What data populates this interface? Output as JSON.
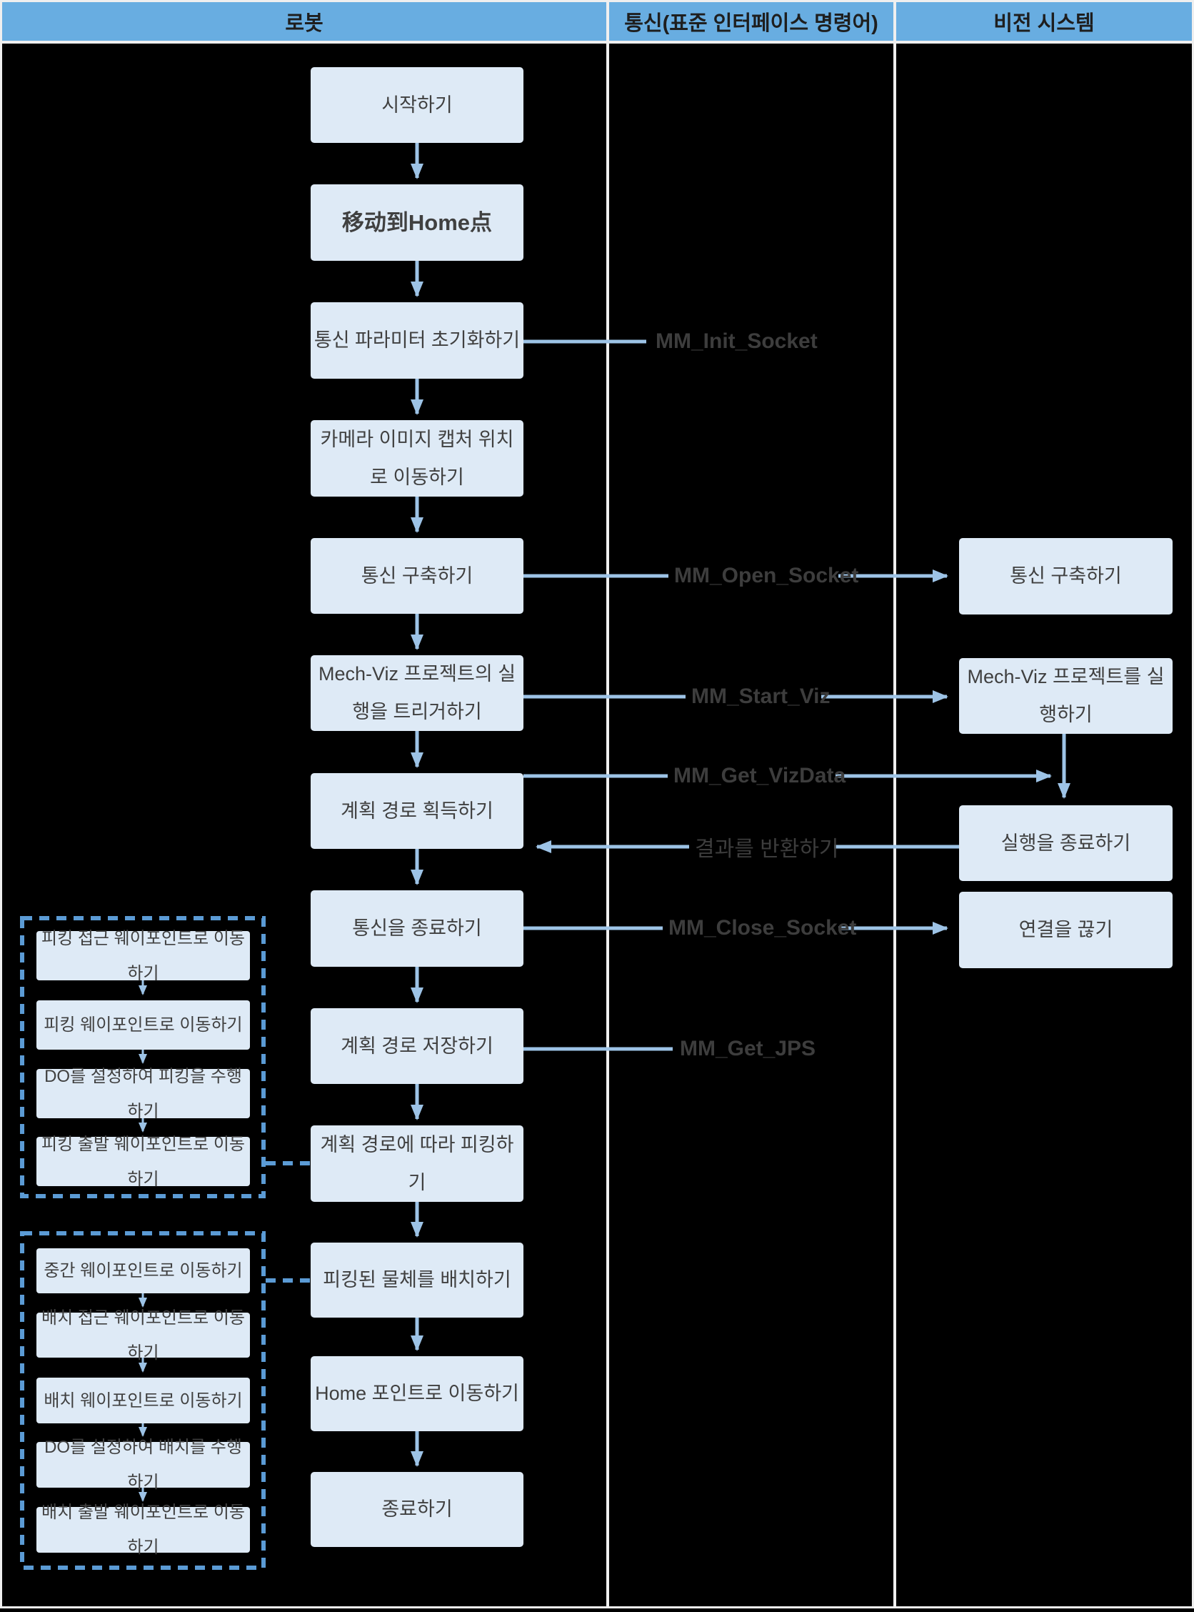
{
  "header": {
    "robot": "로봇",
    "comm": "통신(표준 인터페이스 명령어)",
    "vision": "비전 시스템"
  },
  "robot_flow": [
    {
      "label": "시작하기"
    },
    {
      "label": "移动到Home点"
    },
    {
      "label": "통신 파라미터 초기화하기"
    },
    {
      "label": "카메라 이미지 캡처 위치로 이동하기"
    },
    {
      "label": "통신 구축하기"
    },
    {
      "label": "Mech-Viz 프로젝트의 실행을 트리거하기"
    },
    {
      "label": "계획 경로 획득하기"
    },
    {
      "label": "통신을 종료하기"
    },
    {
      "label": "계획 경로 저장하기"
    },
    {
      "label": "계획 경로에 따라 피킹하기"
    },
    {
      "label": "피킹된 물체를 배치하기"
    },
    {
      "label": "Home 포인트로 이동하기"
    },
    {
      "label": "종료하기"
    }
  ],
  "commands": {
    "init": "MM_Init_Socket",
    "open": "MM_Open_Socket",
    "start_viz": "MM_Start_Viz",
    "get_vizdata": "MM_Get_VizData",
    "return_result": "결과를 반환하기",
    "close": "MM_Close_Socket",
    "get_jps": "MM_Get_JPS"
  },
  "vision_flow": [
    {
      "label": "통신 구축하기"
    },
    {
      "label": "Mech-Viz 프로젝트를 실행하기"
    },
    {
      "label": "실행을 종료하기"
    },
    {
      "label": "연결을 끊기"
    }
  ],
  "picking_group": {
    "steps": [
      {
        "label": "피킹 접근 웨이포인트로 이동하기"
      },
      {
        "label": "피킹 웨이포인트로 이동하기"
      },
      {
        "label": "DO를 설정하여 피킹을 수행하기"
      },
      {
        "label": "피킹 출발 웨이포인트로 이동하기"
      }
    ]
  },
  "placing_group": {
    "steps": [
      {
        "label": "중간 웨이포인트로 이동하기"
      },
      {
        "label": "배치 접근 웨이포인트로 이동하기"
      },
      {
        "label": "배치 웨이포인트로 이동하기"
      },
      {
        "label": "DO를 설정하여 배치를 수행하기"
      },
      {
        "label": "배치 출발 웨이포인트로 이동하기"
      }
    ]
  },
  "colors": {
    "background": "#000000",
    "header_bg": "#68ADE1",
    "grid_line": "#EFEFEF",
    "box_fill": "#DEEAF6",
    "box_text": "#404040",
    "connector": "#9DC3E6",
    "dashed": "#5B9BD5",
    "command_text": "#3D3D3D"
  }
}
